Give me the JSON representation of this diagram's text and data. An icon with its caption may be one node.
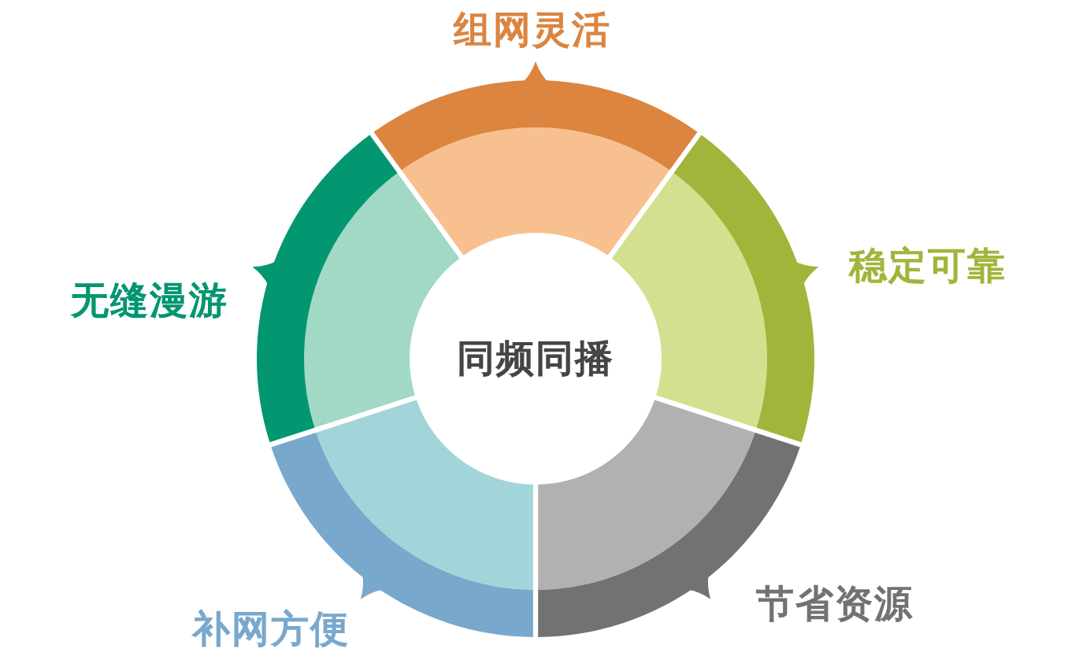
{
  "diagram": {
    "nodes": [
      {
        "text": [
          "同频同播"
        ]
      },
      {
        "text": [
          "组网灵活"
        ]
      },
      {
        "text": [
          "稳定可靠"
        ]
      },
      {
        "text": [
          "节省资源"
        ]
      },
      {
        "text": [
          "补网方便"
        ]
      },
      {
        "text": [
          "无缝漫游"
        ]
      }
    ]
  }
}
